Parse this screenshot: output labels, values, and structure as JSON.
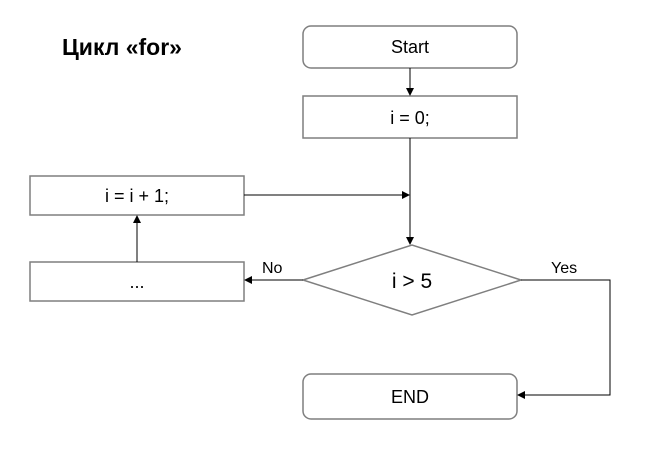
{
  "title": "Цикл «for»",
  "nodes": {
    "start": "Start",
    "init": "i = 0;",
    "increment": "i = i + 1;",
    "body": "...",
    "condition": "i > 5",
    "end": "END"
  },
  "edges": {
    "no_label": "No",
    "yes_label": "Yes"
  },
  "colors": {
    "shape_fill": "#ffffff",
    "shape_stroke": "#7f7f7f",
    "line": "#000000"
  }
}
